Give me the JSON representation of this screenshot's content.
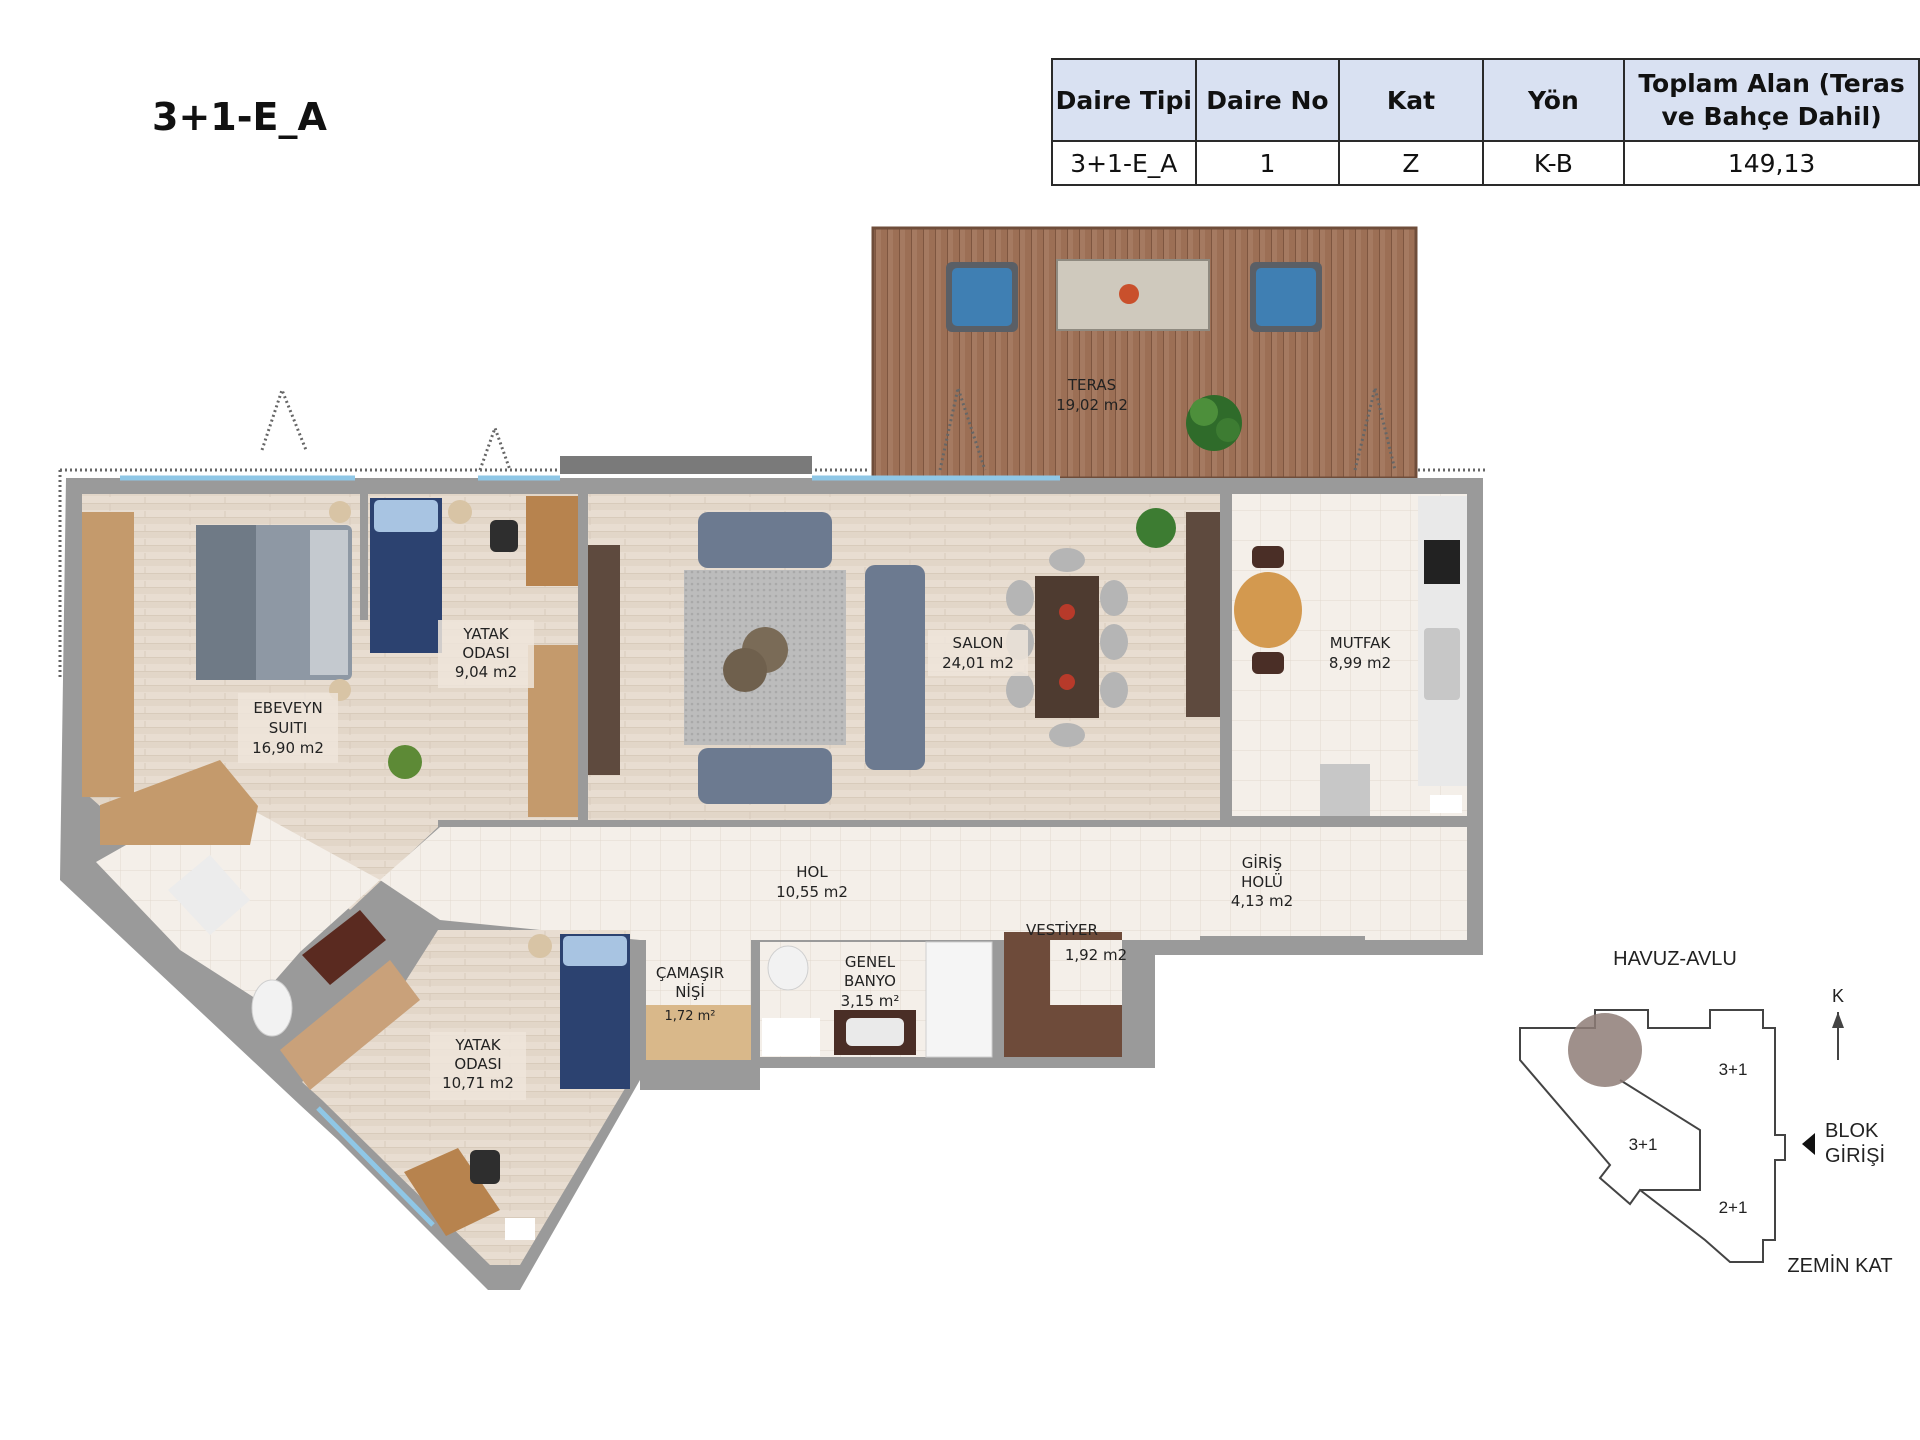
{
  "title": "3+1-E_A",
  "info_table": {
    "headers": [
      "Daire Tipi",
      "Daire No",
      "Kat",
      "Yön",
      "Toplam Alan (Teras ve Bahçe Dahil)"
    ],
    "row": [
      "3+1-E_A",
      "1",
      "Z",
      "K-B",
      "149,13"
    ]
  },
  "rooms": {
    "teras": {
      "name": "TERAS",
      "area": "19,02 m2"
    },
    "ebeveyn": {
      "name1": "EBEVEYN",
      "name2": "SUITI",
      "area": "16,90 m2"
    },
    "yatak1": {
      "name1": "YATAK",
      "name2": "ODASI",
      "area": "9,04 m2"
    },
    "salon": {
      "name": "SALON",
      "area": "24,01 m2"
    },
    "mutfak": {
      "name": "MUTFAK",
      "area": "8,99 m2"
    },
    "hol": {
      "name": "HOL",
      "area": "10,55 m2"
    },
    "giris": {
      "name1": "GİRİŞ",
      "name2": "HOLÜ",
      "area": "4,13 m2"
    },
    "vestiyer": {
      "name": "VESTİYER",
      "area": "1,92 m2"
    },
    "camasir": {
      "name1": "ÇAMAŞIR",
      "name2": "NİŞİ",
      "area": "1,72 m²"
    },
    "banyo": {
      "name1": "GENEL",
      "name2": "BANYO",
      "area": "3,15 m²"
    },
    "yatak2": {
      "name1": "YATAK",
      "name2": "ODASI",
      "area": "10,71 m2"
    }
  },
  "keymap": {
    "top_label": "HAVUZ-AVLU",
    "north": "K",
    "entrance1": "BLOK",
    "entrance2": "GİRİŞİ",
    "floor": "ZEMİN KAT",
    "units": [
      "3+1",
      "3+1",
      "2+1"
    ]
  },
  "colors": {
    "wall": "#9a9a9a",
    "floor_wood": "#e7ddd2",
    "floor_tile": "#f3efe8",
    "deck": "#9b6f55",
    "table_header": "#d9e1f2",
    "sofa": "#6c7a90",
    "bed": "#2c4270",
    "desk": "#b7834e",
    "window": "#8fc7e6"
  }
}
